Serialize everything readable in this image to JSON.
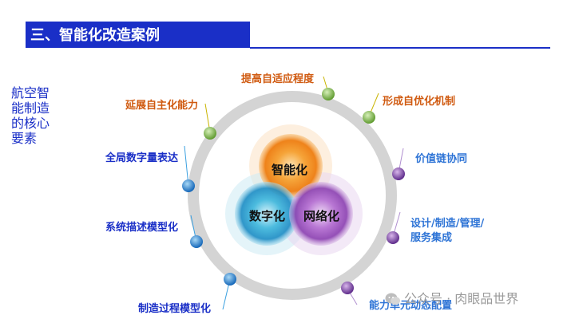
{
  "header": {
    "title": "三、智能化改造案例"
  },
  "side_label": {
    "lines": [
      "航空智",
      "能制造",
      "的核心",
      "要素"
    ]
  },
  "center": {
    "top": "智能化",
    "left": "数字化",
    "right": "网络化"
  },
  "labels": {
    "top": "提高自适应程度",
    "upper_left": "延展自主化能力",
    "upper_right": "形成自优化机制",
    "left_1": "全局数字量表达",
    "left_2": "系统描述模型化",
    "left_3": "制造过程模型化",
    "right_1": "价值链协同",
    "right_2a": "设计/制造/管理/",
    "right_2b": "服务集成",
    "right_3": "能力单元动态配置"
  },
  "watermark": {
    "text": "公众号 · 肉眼品世界"
  },
  "colors": {
    "title_bg": "#1a2fc7",
    "orange_label": "#d05a10",
    "blue_label": "#1a2fc7",
    "green_node": "#7ab648",
    "blue_node": "#1f7fd0",
    "purple_node": "#7a3fa8",
    "ring": "#d4d4d4"
  }
}
